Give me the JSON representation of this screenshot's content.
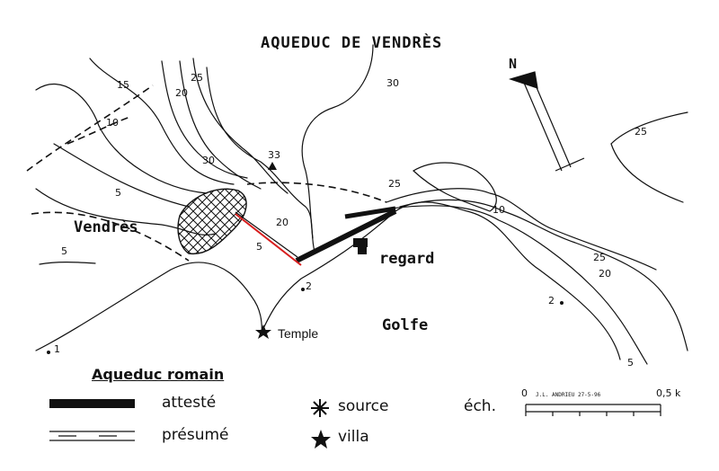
{
  "map": {
    "title": "AQUEDUC DE VENDRÈS",
    "north_letter": "N",
    "places": {
      "vendres": "Vendrès",
      "regard": "regard",
      "golfe": "Golfe",
      "temple": "Temple"
    },
    "contours": [
      "15",
      "20",
      "25",
      "30",
      "10",
      "5",
      "30",
      "33",
      "25",
      "25",
      "20",
      "5",
      "5",
      "10",
      "25",
      "20",
      "2",
      "2",
      "1",
      "5"
    ],
    "legend": {
      "title": "Aqueduc romain",
      "attested": "attesté",
      "presumed": "présumé",
      "source": "source",
      "villa": "villa"
    },
    "scale": {
      "label": "éch.",
      "start": "0",
      "end": "0,5 k",
      "credit": "J.L. ANDRIEU 27-5-96"
    },
    "colors": {
      "ink": "#111111",
      "highlight": "#d81e1e"
    }
  }
}
